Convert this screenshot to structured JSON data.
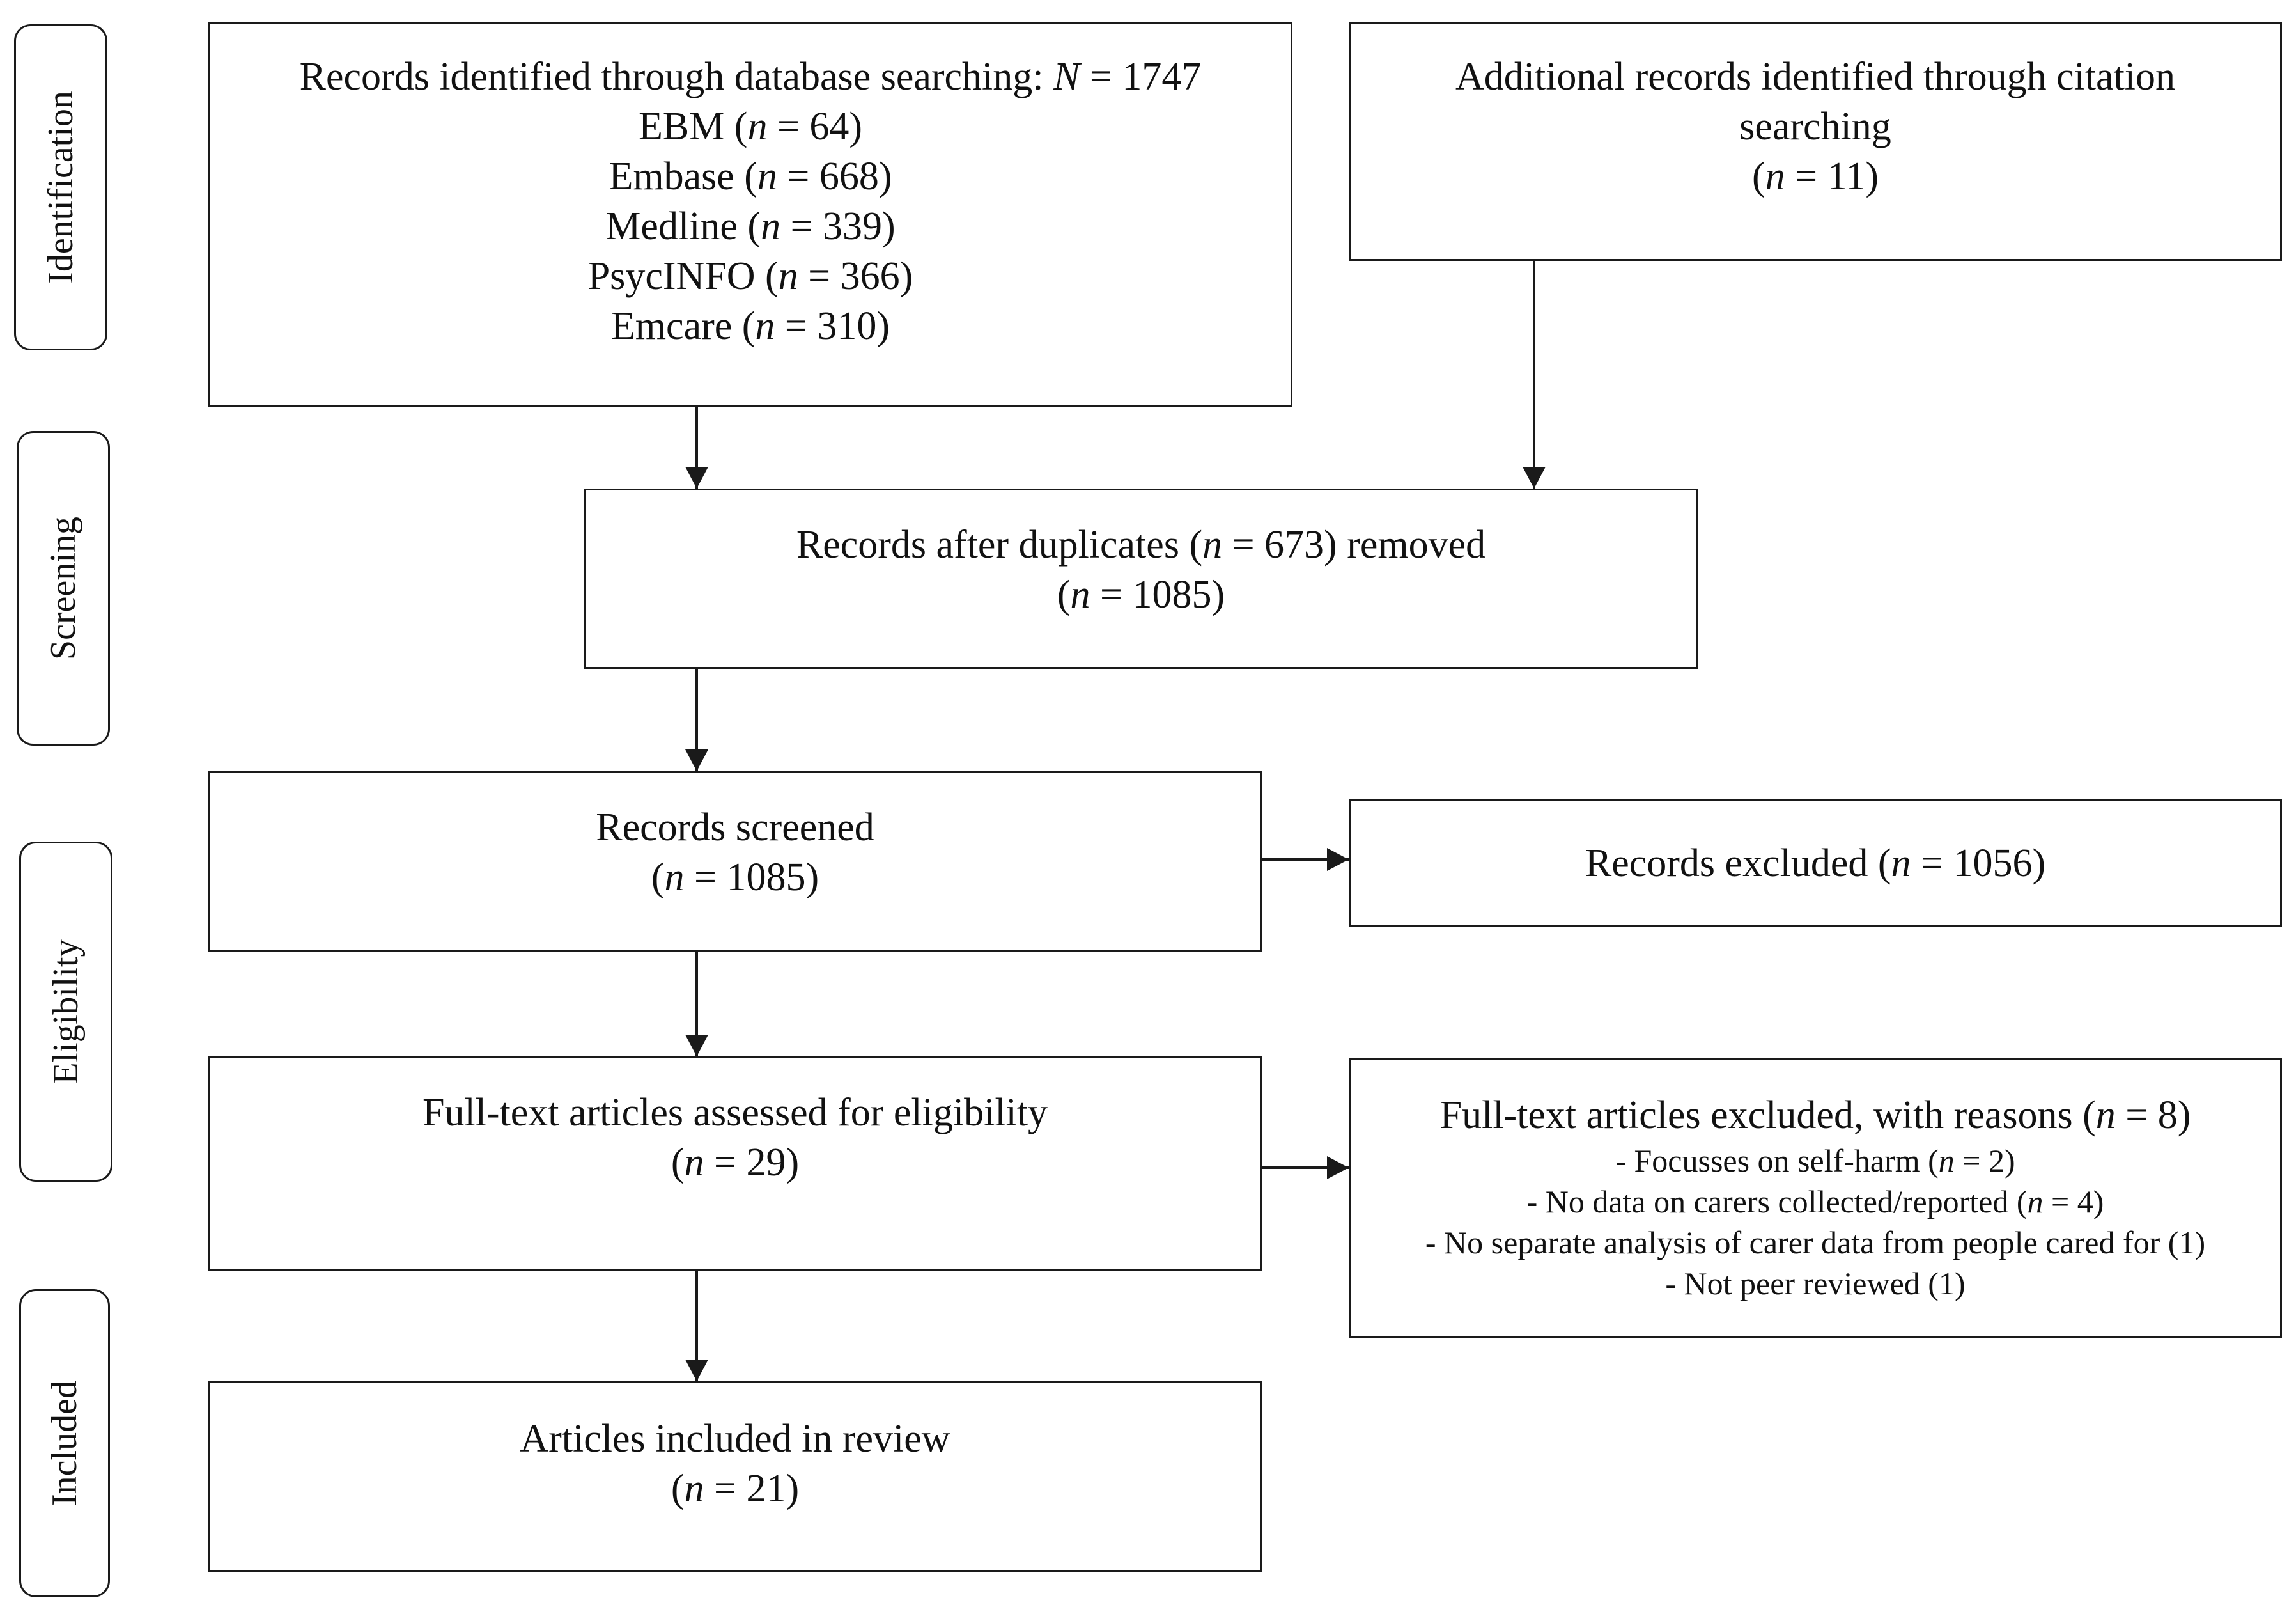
{
  "stages": {
    "identification": "Identification",
    "screening": "Screening",
    "eligibility": "Eligibility",
    "included": "Included"
  },
  "database_search": {
    "title": "Records identified through database searching: ",
    "total_symbol": "N",
    "total_value": " = 1747",
    "sources": [
      {
        "name": "EBM (",
        "n": " = 64)"
      },
      {
        "name": "Embase (",
        "n": " = 668)"
      },
      {
        "name": "Medline (",
        "n": " = 339)"
      },
      {
        "name": "PsycINFO (",
        "n": " = 366)"
      },
      {
        "name": "Emcare (",
        "n": " = 310)"
      }
    ]
  },
  "citation_search": {
    "line1": "Additional records identified through citation",
    "line2": "searching",
    "count_open": "(",
    "count_value": " = 11)"
  },
  "duplicates": {
    "line1_pre": "Records after duplicates (",
    "line1_post": " = 673) removed",
    "count_open": "(",
    "count_value": " = 1085)"
  },
  "screened": {
    "title": "Records screened",
    "count_open": "(",
    "count_value": " = 1085)"
  },
  "excluded": {
    "pre": "Records excluded (",
    "post": " = 1056)"
  },
  "fulltext_assessed": {
    "title": "Full-text articles assessed for eligibility",
    "count_open": "(",
    "count_value": " = 29)"
  },
  "fulltext_excluded": {
    "title_pre": "Full-text articles excluded, with reasons (",
    "title_post": " = 8)",
    "reasons": [
      {
        "pre": "- Focusses on self-harm (",
        "n": " = 2)"
      },
      {
        "pre": "- No data on carers collected/reported (",
        "n": " = 4)"
      },
      {
        "pre": "- No separate analysis of carer data from people cared for (1)",
        "n": ""
      },
      {
        "pre": "- Not peer reviewed (1)",
        "n": ""
      }
    ]
  },
  "included_review": {
    "title": "Articles included in review",
    "count_open": "(",
    "count_value": " = 21)"
  },
  "n_symbol": "n"
}
